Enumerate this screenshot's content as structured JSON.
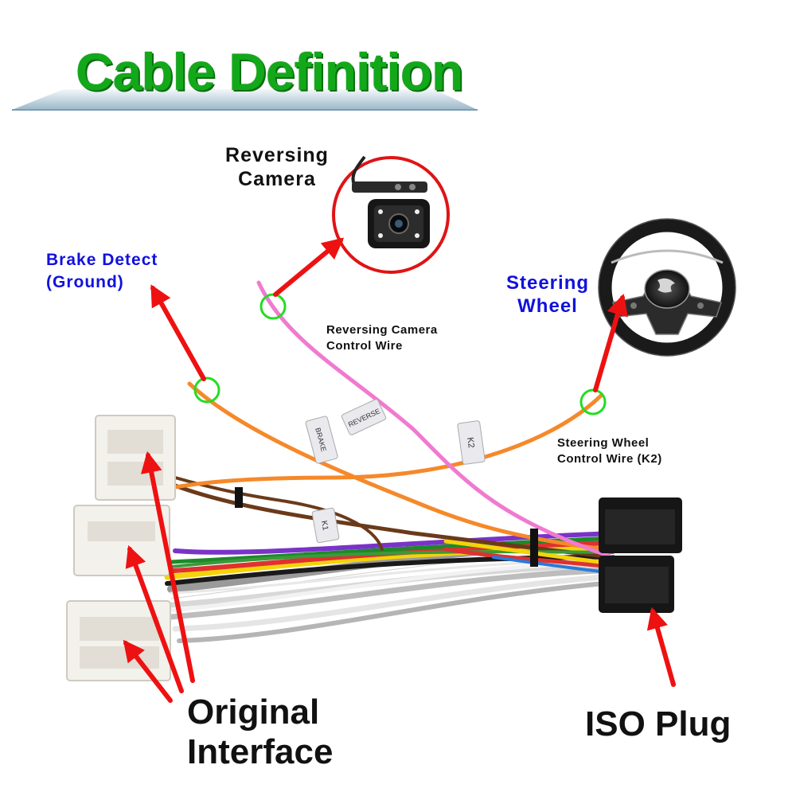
{
  "title": "Cable Definition",
  "labels": {
    "reversing_camera": [
      "Reversing",
      "Camera"
    ],
    "brake_detect": [
      "Brake Detect",
      "(Ground)"
    ],
    "steering_wheel": [
      "Steering",
      "Wheel"
    ],
    "reversing_camera_wire": [
      "Reversing Camera",
      "Control  Wire"
    ],
    "steering_wheel_wire": [
      "Steering Wheel",
      "Control  Wire (K2)"
    ],
    "original_interface": [
      "Original",
      "Interface"
    ],
    "iso_plug": "ISO Plug"
  },
  "wire_tags": {
    "brake": "BRAKE",
    "reverse": "REVERSE",
    "k2": "K2",
    "k1": "K1"
  },
  "colors": {
    "title_green": "#12a81a",
    "arrow_red": "#ee1111",
    "marker_green": "#22dd22",
    "label_blue": "#1111dd",
    "orange_wire": "#f5892a",
    "pink_wire": "#f07ad0"
  }
}
